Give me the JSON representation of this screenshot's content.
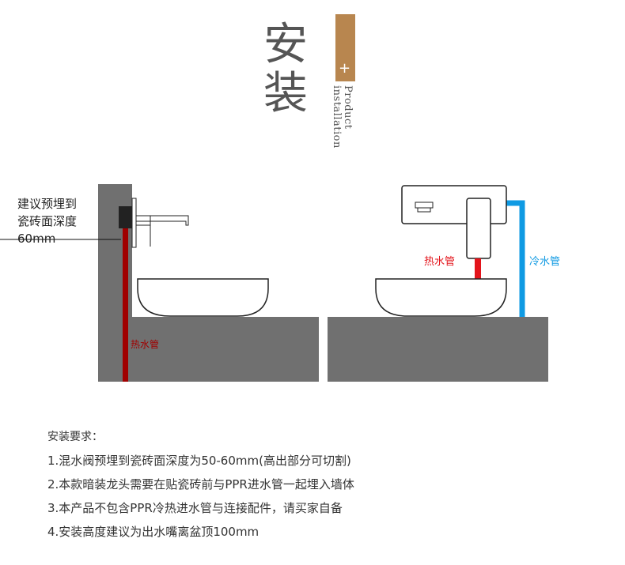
{
  "header": {
    "title_line1": "安",
    "title_line2": "装",
    "plus": "+",
    "subtitle_line1": "Product",
    "subtitle_line2": "installation"
  },
  "left_diagram": {
    "note_lines": [
      "建议预埋到",
      "瓷砖面深度",
      "60mm"
    ],
    "hot_pipe_label": "热水管"
  },
  "right_diagram": {
    "hot_pipe_label": "热水管",
    "cold_pipe_label": "冷水管"
  },
  "colors": {
    "accent": "#b8864f",
    "wall": "#707070",
    "hot_dark": "#a00000",
    "hot": "#e3141b",
    "cold": "#0f9ae3"
  },
  "requirements": {
    "heading": "安装要求：",
    "items": [
      "1.混水阀预埋到瓷砖面深度为50-60mm(高出部分可切割)",
      "2.本款暗装龙头需要在贴瓷砖前与PPR进水管一起埋入墙体",
      "3.本产品不包含PPR冷热进水管与连接配件，请买家自备",
      "4.安装高度建议为出水嘴离盆顶100mm"
    ]
  }
}
